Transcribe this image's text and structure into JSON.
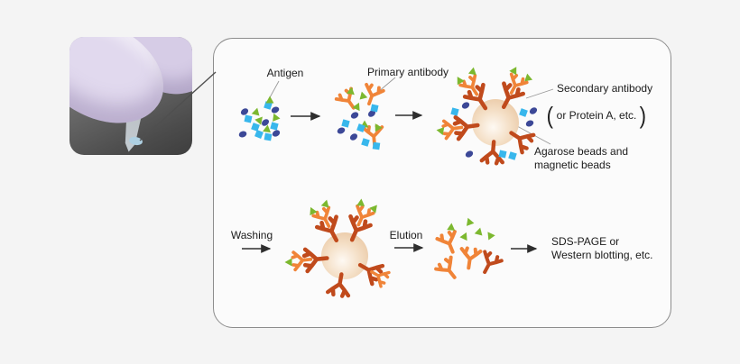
{
  "labels": {
    "antigen": "Antigen",
    "primary_antibody": "Primary antibody",
    "secondary_antibody": "Secondary antibody",
    "paren_open": "(",
    "protein_a_note": "or Protein A, etc.",
    "paren_close": ")",
    "beads_line1": "Agarose beads and",
    "beads_line2": "magnetic beads",
    "washing": "Washing",
    "elution": "Elution",
    "sds_line1": "SDS-PAGE or",
    "sds_line2": "Western blotting, etc."
  },
  "icons": {
    "antigen_triangle": "green-triangle-antigen",
    "antigen_square": "cyan-square-antigen",
    "antigen_oval": "navy-oval-antigen",
    "primary_antibody": "orange-y-antibody",
    "secondary_antibody": "brick-y-antibody",
    "bead": "agarose-magnetic-bead"
  },
  "colors": {
    "background": "#f4f4f4",
    "panel_bg": "#fbfbfb",
    "panel_border": "#8d8d8d",
    "antigen_triangle": "#7cb82f",
    "antigen_square": "#38b7ec",
    "antigen_oval": "#3c4897",
    "primary_antibody": "#f08438",
    "secondary_antibody": "#c04a1c",
    "bead_edge": "#e6bf97",
    "bead_highlight": "#fef9f3",
    "arrow": "#2e2e2e",
    "leader_line": "#9a9a9a",
    "text": "#1b1b1b",
    "glove": "#d6cce6",
    "droplet": "#aed0e2"
  }
}
